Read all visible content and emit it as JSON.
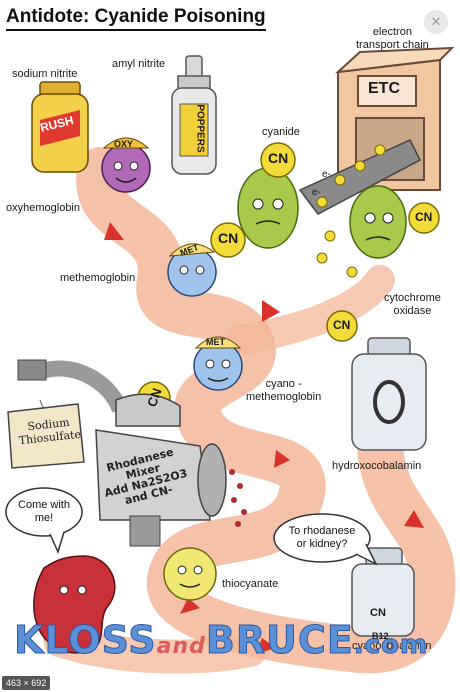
{
  "title": "Antidote: Cyanide Poisoning",
  "labels": {
    "sodium_nitrite": "sodium nitrite",
    "amyl_nitrite": "amyl nitrite",
    "etc": "electron\ntransport chain",
    "cyanide": "cyanide",
    "oxyhemoglobin": "oxyhemoglobin",
    "methemoglobin": "methemoglobin",
    "cytochrome": "cytochrome\noxidase",
    "cyanomethemoglobin": "cyano -\nmethemoglobin",
    "hydroxocobalamin": "hydroxocobalamin",
    "thiocyanate": "thiocyanate",
    "cyanocobalamin": "cyanocobalamin"
  },
  "jar_labels": {
    "rush": "RUSH",
    "poppers": "POPPERS",
    "etc_box": "ETC",
    "oxy_cap": "OXY",
    "met_cap": "MET",
    "met_cap2": "MET",
    "b12": "B12"
  },
  "cn": "CN",
  "e_minus": "e-",
  "sign": "Sodium\nThiosulfate",
  "mixer": "Rhodanese\nMixer\nAdd Na2S2O3\nand CN-",
  "bubbles": {
    "come": "Come with\nme!",
    "rhodanese": "To rhodanese\nor kidney?"
  },
  "brand": {
    "a": "KLOSS",
    "and": "and",
    "b": "BRUCE",
    "dotcom": ".com"
  },
  "image_size": "463 × 692",
  "colors": {
    "path": "#f3b79a",
    "arrow": "#d8322a",
    "cn": "#f2dc3a",
    "hair": "#a9c94a",
    "jar": "#f3d04a",
    "kidney": "#c8303a",
    "blue": "#9fc3ea"
  }
}
